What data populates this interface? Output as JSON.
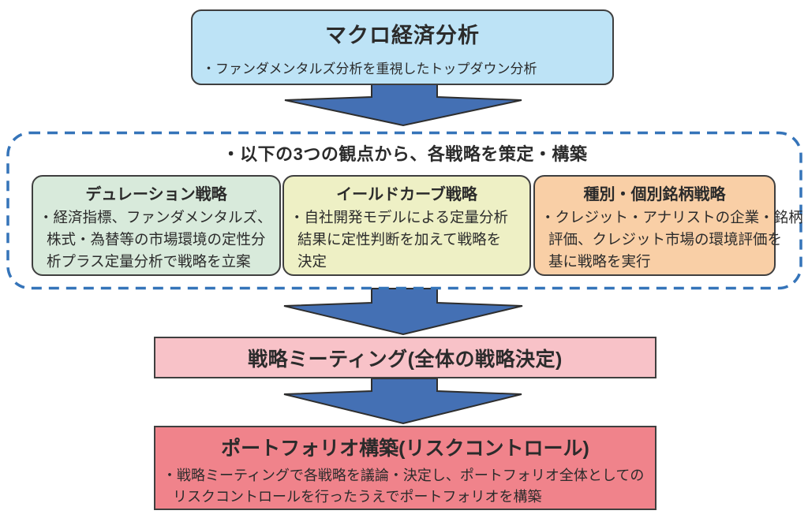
{
  "colors": {
    "macro_fill": "#BDE3F6",
    "duration_fill": "#D8EADB",
    "yield_fill": "#EEF0C5",
    "sector_fill": "#F9CFA6",
    "meeting_fill": "#F8C2C8",
    "portfolio_fill": "#F0838B",
    "arrow_fill": "#4470B4",
    "arrow_stroke": "#2e2e2e",
    "dashed_border": "#3574B9",
    "box_border": "#3f3f3f"
  },
  "flow": {
    "macro": {
      "title": "マクロ経済分析",
      "body_lines": {
        "0": "・ファンダメンタルズ分析を重視したトップダウン分析"
      }
    },
    "strategies": {
      "title": "・以下の3つの観点から、各戦略を策定・構築",
      "items": {
        "0": {
          "title": "デュレーション戦略",
          "body_lines": {
            "0": "・経済指標、ファンダメンタルズ、",
            "1": "株式・為替等の市場環境の定性分",
            "2": "析プラス定量分析で戦略を立案"
          }
        },
        "1": {
          "title": "イールドカーブ戦略",
          "body_lines": {
            "0": "・自社開発モデルによる定量分析",
            "1": "結果に定性判断を加えて戦略を",
            "2": "決定"
          }
        },
        "2": {
          "title": "種別・個別銘柄戦略",
          "body_lines": {
            "0": "・クレジット・アナリストの企業・銘柄",
            "1": "評価、クレジット市場の環境評価を",
            "2": "基に戦略を実行"
          }
        }
      }
    },
    "meeting": {
      "title": "戦略ミーティング(全体の戦略決定)"
    },
    "portfolio": {
      "title": "ポートフォリオ構築(リスクコントロール)",
      "body_lines": {
        "0": "・戦略ミーティングで各戦略を議論・決定し、ポートフォリオ全体としての",
        "1": "リスクコントロールを行ったうえでポートフォリオを構築"
      }
    }
  }
}
